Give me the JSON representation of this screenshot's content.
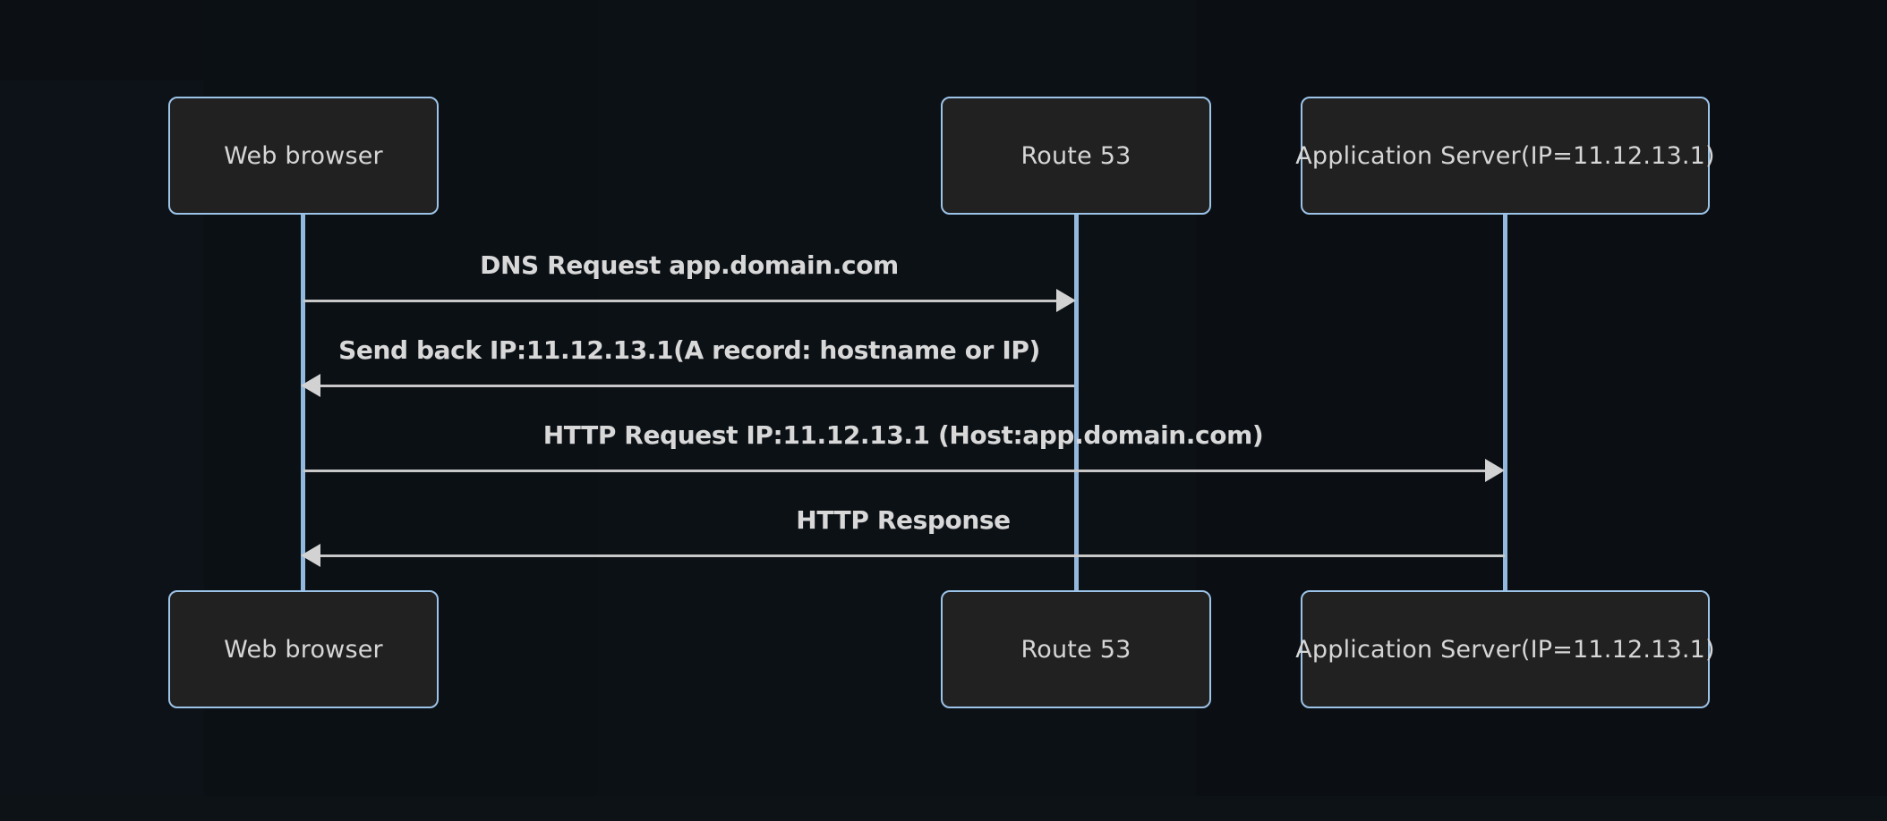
{
  "diagram": {
    "type": "sequence-diagram",
    "title": "DNS resolution and HTTP request sequence",
    "background_color": "#0c1014",
    "box_fill_color": "#212121",
    "box_border_color": "#9cc3e8",
    "lifeline_color": "#93b8dd",
    "message_line_color": "#c8c8c8",
    "text_color": "#d6d6d6"
  },
  "participants": [
    {
      "id": "browser",
      "label": "Web browser"
    },
    {
      "id": "route53",
      "label": "Route 53"
    },
    {
      "id": "appserver",
      "label": "Application Server(IP=11.12.13.1)"
    }
  ],
  "participants_bottom": [
    {
      "id": "browser-bottom",
      "label": "Web browser"
    },
    {
      "id": "route53-bottom",
      "label": "Route 53"
    },
    {
      "id": "appserver-bottom",
      "label": "Application Server(IP=11.12.13.1)"
    }
  ],
  "messages": [
    {
      "index": 1,
      "from": "browser",
      "to": "route53",
      "direction": "right",
      "label": "DNS Request app.domain.com"
    },
    {
      "index": 2,
      "from": "route53",
      "to": "browser",
      "direction": "left",
      "label": "Send back IP:11.12.13.1(A record: hostname or IP)"
    },
    {
      "index": 3,
      "from": "browser",
      "to": "appserver",
      "direction": "right",
      "label": "HTTP Request IP:11.12.13.1 (Host:app.domain.com)"
    },
    {
      "index": 4,
      "from": "appserver",
      "to": "browser",
      "direction": "left",
      "label": "HTTP Response"
    }
  ]
}
